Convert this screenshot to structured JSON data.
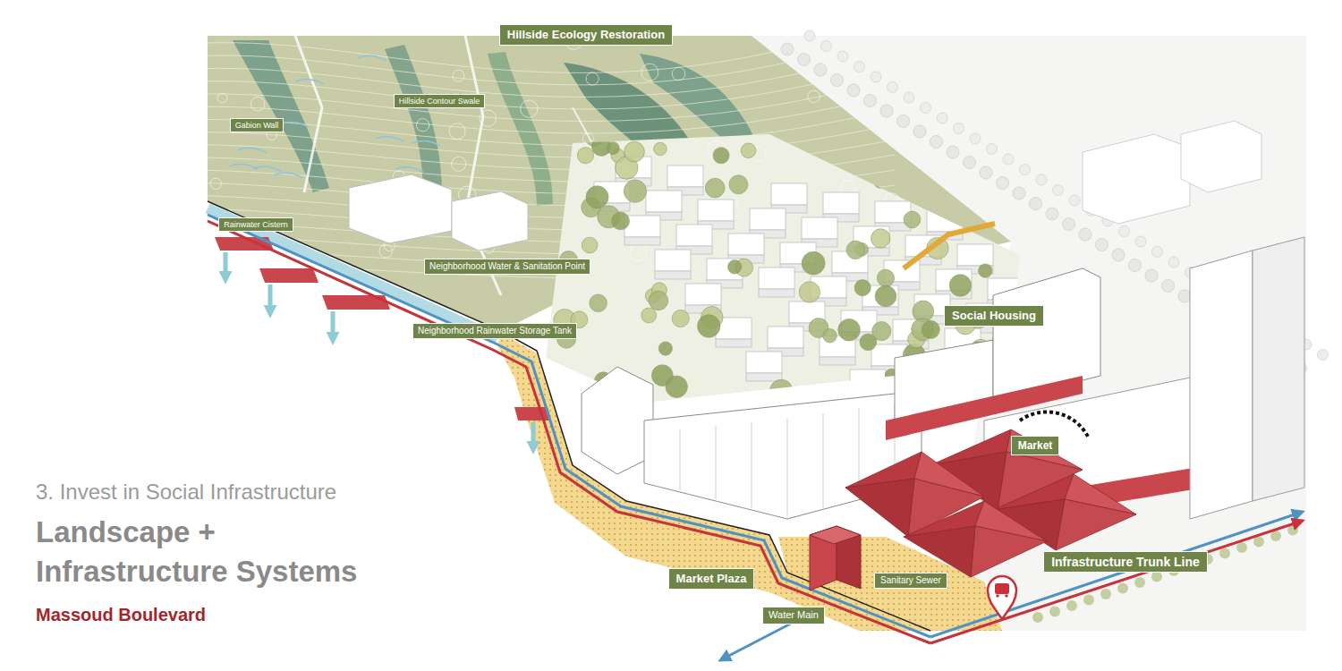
{
  "diagram": {
    "title": "Landscape + Infrastructure Systems",
    "nodes": [
      {
        "text": [
          "Hillside Ecology Restoration"
        ]
      },
      {
        "text": [
          "Hillside Contour Swale"
        ]
      },
      {
        "text": [
          "Gabion Wall"
        ]
      },
      {
        "text": [
          "Rainwater Cistern"
        ]
      },
      {
        "text": [
          "Neighborhood Water & Sanitation Point"
        ]
      },
      {
        "text": [
          "Social Housing"
        ]
      },
      {
        "text": [
          "Neighborhood Rainwater Storage Tank"
        ]
      },
      {
        "text": [
          "Market"
        ]
      },
      {
        "text": [
          "Infrastructure Trunk Line"
        ]
      },
      {
        "text": [
          "Market Plaza"
        ]
      },
      {
        "text": [
          "Sanitary Sewer"
        ]
      },
      {
        "text": [
          "Water Main"
        ]
      }
    ],
    "labels": [
      "3. Invest in Social Infrastructure",
      "Massoud Boulevard"
    ]
  }
}
